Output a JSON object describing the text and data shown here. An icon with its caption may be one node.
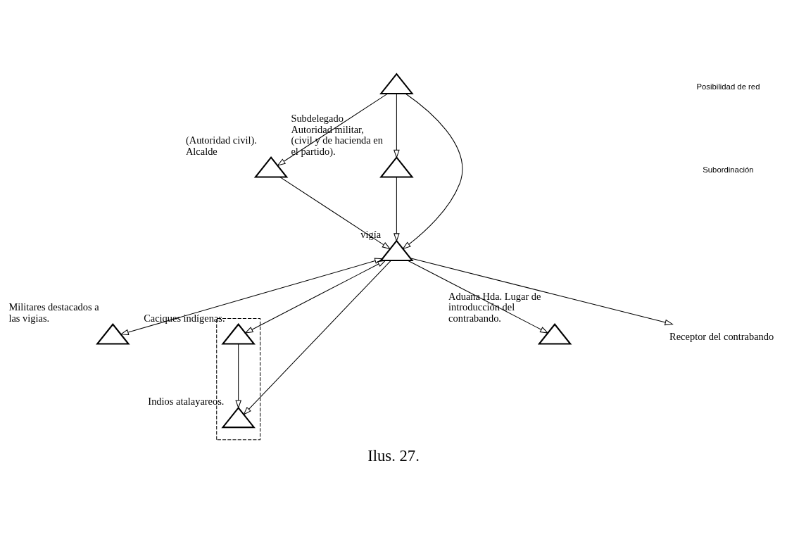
{
  "diagram": {
    "caption": "Ilus. 27.",
    "nodes": [
      {
        "text": [],
        "shape": "triangle"
      },
      {
        "text": [],
        "shape": "triangle",
        "beside": [
          "(Autoridad civil). Alcalde"
        ]
      },
      {
        "text": [],
        "shape": "triangle",
        "beside": [
          "Subdelegado",
          "Autoridad militar, (civil y de hacienda en el partido)."
        ]
      },
      {
        "text": [],
        "shape": "triangle",
        "beside": [
          "Militares destacados a las vigias."
        ]
      },
      {
        "text": [],
        "shape": "box"
      },
      {
        "text": [],
        "shape": "triangle",
        "beside": [
          "Caciques indígenas."
        ],
        "in": 4
      },
      {
        "text": [],
        "shape": "triangle",
        "beside": [
          "Indios atalayareos."
        ],
        "in": 4
      },
      {
        "text": [],
        "shape": "triangle",
        "beside": [
          "Aduana Hda. Lugar de introducción del contrabando."
        ]
      },
      {
        "text": [],
        "shape": "triangle",
        "beside": [
          "vigía"
        ]
      },
      {
        "text": [
          "Receptor del contrabando"
        ]
      }
    ],
    "edges": [
      {
        "from": 0,
        "to": 1,
        "arrow": "to"
      },
      {
        "from": 0,
        "to": 2,
        "arrow": "to"
      },
      {
        "from": 0,
        "to": 8,
        "arrow": "to"
      },
      {
        "from": 2,
        "to": 8,
        "arrow": "to"
      },
      {
        "from": 1,
        "to": 8,
        "arrow": "to"
      },
      {
        "from": 8,
        "to": 3,
        "arrow": "both"
      },
      {
        "from": 8,
        "to": 5,
        "arrow": "both"
      },
      {
        "from": 8,
        "to": 6,
        "arrow": "to"
      },
      {
        "from": 5,
        "to": 6,
        "arrow": "to"
      },
      {
        "from": 8,
        "to": 7,
        "arrow": "to"
      },
      {
        "from": 8,
        "to": 9,
        "arrow": "to"
      }
    ],
    "legend": [
      {
        "text": "Posibilidad de red"
      },
      {
        "text": "Subordinación"
      }
    ]
  }
}
